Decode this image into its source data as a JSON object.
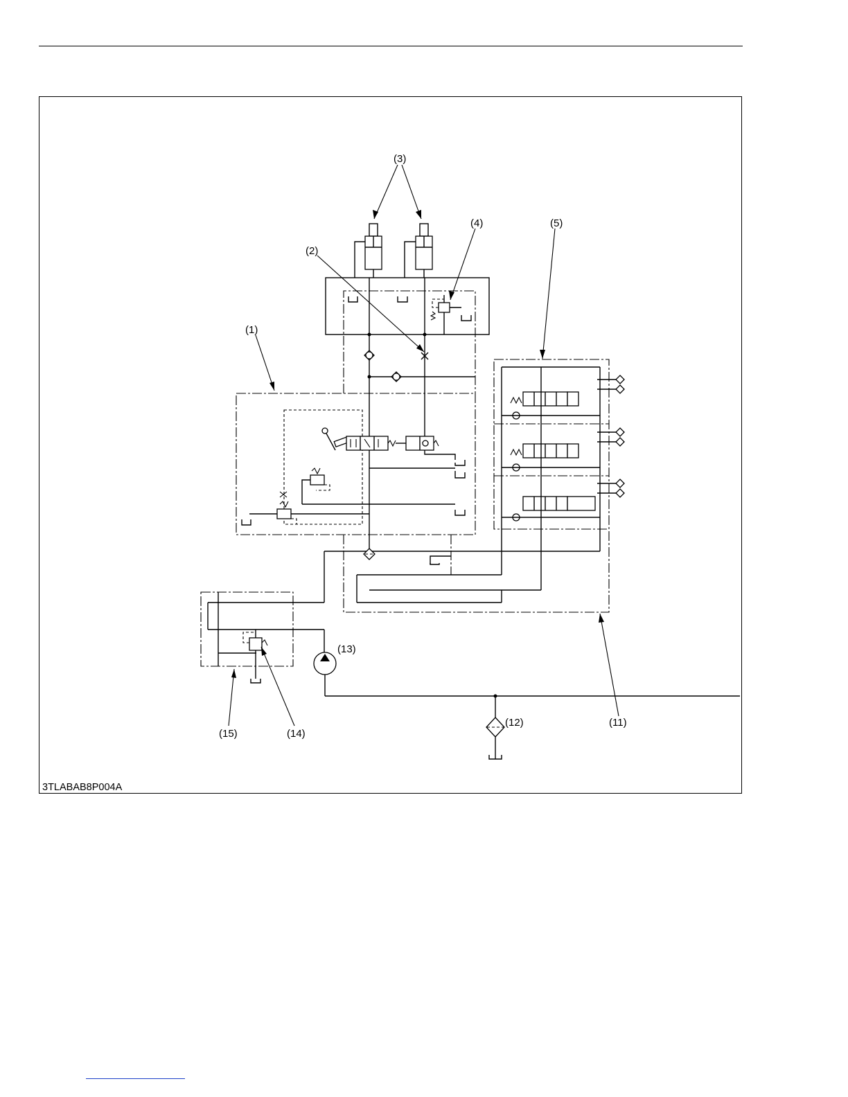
{
  "figure": {
    "id_label": "3TLABAB8P004A"
  },
  "callouts": {
    "c1": "(1)",
    "c2": "(2)",
    "c3": "(3)",
    "c4": "(4)",
    "c5": "(5)",
    "c11": "(11)",
    "c12": "(12)",
    "c13": "(13)",
    "c14": "(14)",
    "c15": "(15)"
  },
  "components": [
    {
      "ref": "(1)",
      "symbol": "control-valve-block"
    },
    {
      "ref": "(2)",
      "symbol": "orifice"
    },
    {
      "ref": "(3)",
      "symbol": "lift-cylinders"
    },
    {
      "ref": "(4)",
      "symbol": "relief-valve"
    },
    {
      "ref": "(5)",
      "symbol": "auxiliary-control-valve-stack"
    },
    {
      "ref": "(11)",
      "symbol": "valve-housing-boundary"
    },
    {
      "ref": "(12)",
      "symbol": "oil-filter"
    },
    {
      "ref": "(13)",
      "symbol": "hydraulic-pump"
    },
    {
      "ref": "(14)",
      "symbol": "relief-valve"
    },
    {
      "ref": "(15)",
      "symbol": "pressure-block"
    }
  ]
}
